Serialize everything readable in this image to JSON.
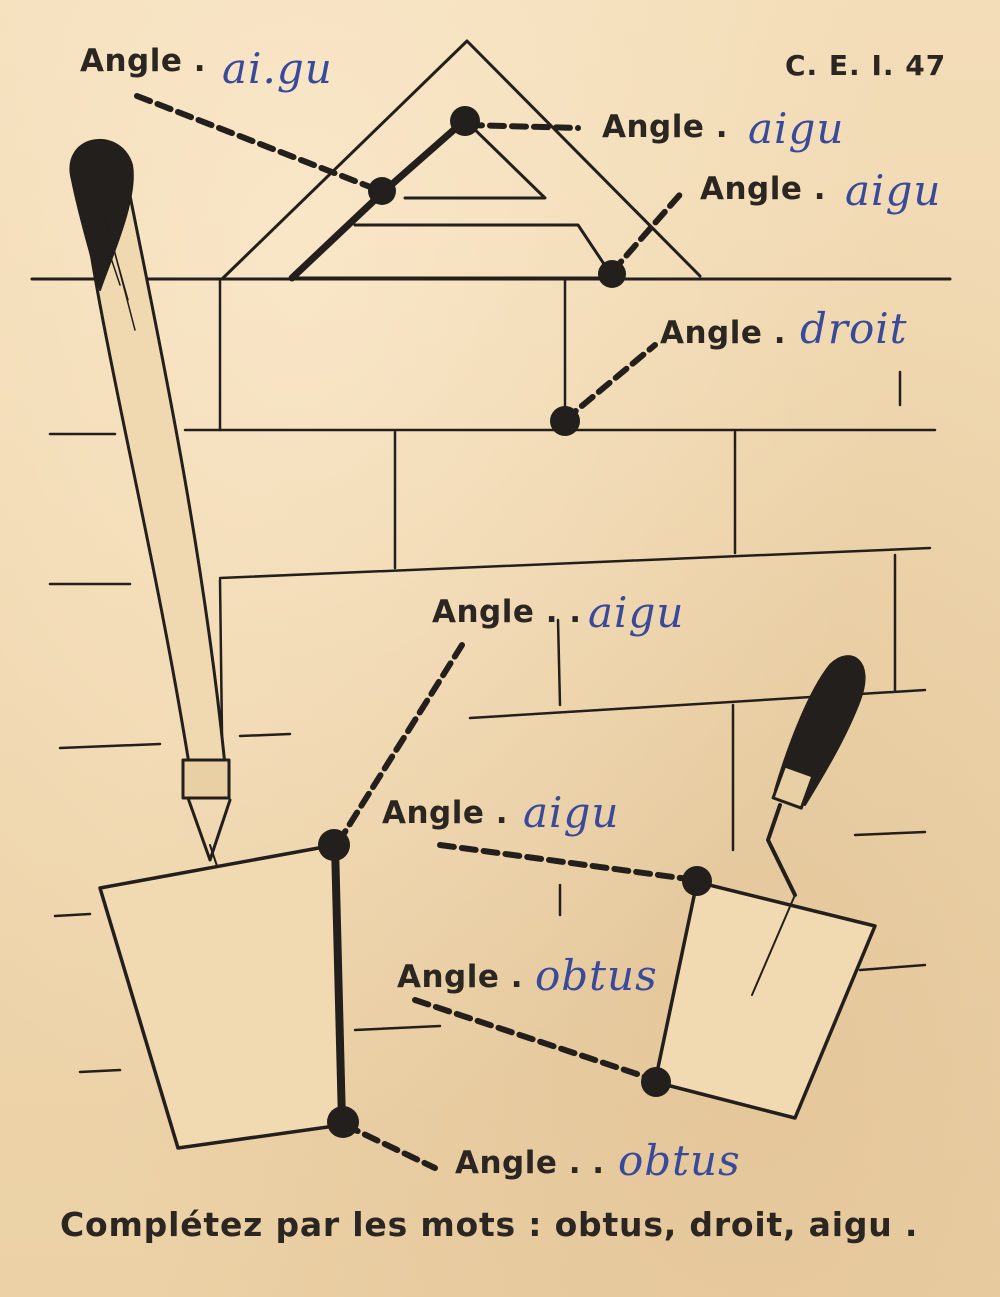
{
  "header": {
    "code": "C. E. I.  47"
  },
  "labels": [
    {
      "prefix": "Angle .",
      "answer": "ai.gu"
    },
    {
      "prefix": "Angle .",
      "answer": "aigu"
    },
    {
      "prefix": "Angle .",
      "answer": "aigu"
    },
    {
      "prefix": "Angle .",
      "answer": "droit"
    },
    {
      "prefix": "Angle . .",
      "answer": "aigu"
    },
    {
      "prefix": "Angle .",
      "answer": "aigu"
    },
    {
      "prefix": "Angle .",
      "answer": "obtus"
    },
    {
      "prefix": "Angle . .",
      "answer": "obtus"
    }
  ],
  "instruction": "Complétez par les mots : obtus, droit, aigu ."
}
